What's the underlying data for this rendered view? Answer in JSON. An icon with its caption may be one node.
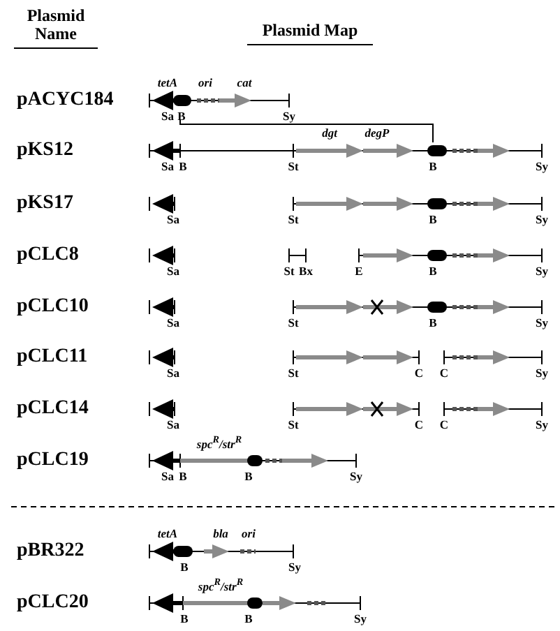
{
  "diagram": {
    "labels": [
      "Plasmid Name",
      "Plasmid Map",
      "tetA",
      "ori",
      "cat",
      "pACYC184",
      "Sa",
      "B",
      "Sy",
      "dgt",
      "degP",
      "pKS12",
      "Sa",
      "B",
      "St",
      "B",
      "Sy",
      "pKS17",
      "Sa",
      "St",
      "B",
      "Sy",
      "pCLC8",
      "Sa",
      "St",
      "Bx",
      "E",
      "B",
      "Sy",
      "pCLC10",
      "Sa",
      "St",
      "B",
      "Sy",
      "pCLC11",
      "Sa",
      "St",
      "C",
      "C",
      "Sy",
      "pCLC14",
      "Sa",
      "St",
      "C",
      "C",
      "Sy",
      "spc$^{R}$/str$^{R}$",
      "pCLC19",
      "Sa",
      "B",
      "B",
      "Sy",
      "tetA",
      "bla",
      "ori",
      "pBR322",
      "B",
      "Sy",
      "spc$^{R}$/str$^{R}$",
      "pCLC20",
      "B",
      "B",
      "Sy"
    ]
  }
}
